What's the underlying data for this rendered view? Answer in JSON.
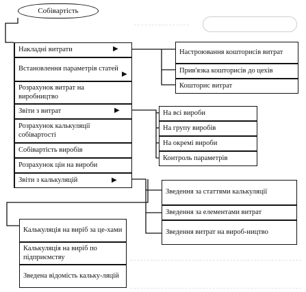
{
  "root": {
    "label": "Собівартість"
  },
  "ghost_label": "",
  "main_menu": [
    {
      "label": "Накладні витрати",
      "arrow": "▶"
    },
    {
      "label": "Встановлення параметрів статей",
      "arrow": "▶"
    },
    {
      "label": "Розрахунок витрат на виробництво",
      "arrow": ""
    },
    {
      "label": "Звіти з витрат",
      "arrow": "▶"
    },
    {
      "label": "Розрахунок калькуляції собівартості",
      "arrow": ""
    },
    {
      "label": "Собівартість виробів",
      "arrow": ""
    },
    {
      "label": "Розрахунок цін на вироби",
      "arrow": ""
    },
    {
      "label": "Звіти з калькуляцій",
      "arrow": "▶"
    }
  ],
  "overhead_submenu": [
    {
      "label": "Настроювання кошторисів витрат"
    },
    {
      "label": "Прив'язка кошторисів до цехів"
    },
    {
      "label": "Кошторис витрат"
    }
  ],
  "cost_reports_submenu": [
    {
      "label": "На всі вироби"
    },
    {
      "label": "На групу виробів"
    },
    {
      "label": "На окремі вироби"
    },
    {
      "label": "Контроль параметрів"
    }
  ],
  "calc_reports_submenu": [
    {
      "label": "Зведення за статтями калькуляції"
    },
    {
      "label": "Зведення за елементами витрат"
    },
    {
      "label": "Зведення витрат на вироб-ництво"
    }
  ],
  "calculation_submenu": [
    {
      "label": "Калькуляція на виріб за це-хами"
    },
    {
      "label": "Калькуляція на виріб по підприємству"
    },
    {
      "label": "Зведена відомість кальку-ляцій"
    }
  ]
}
